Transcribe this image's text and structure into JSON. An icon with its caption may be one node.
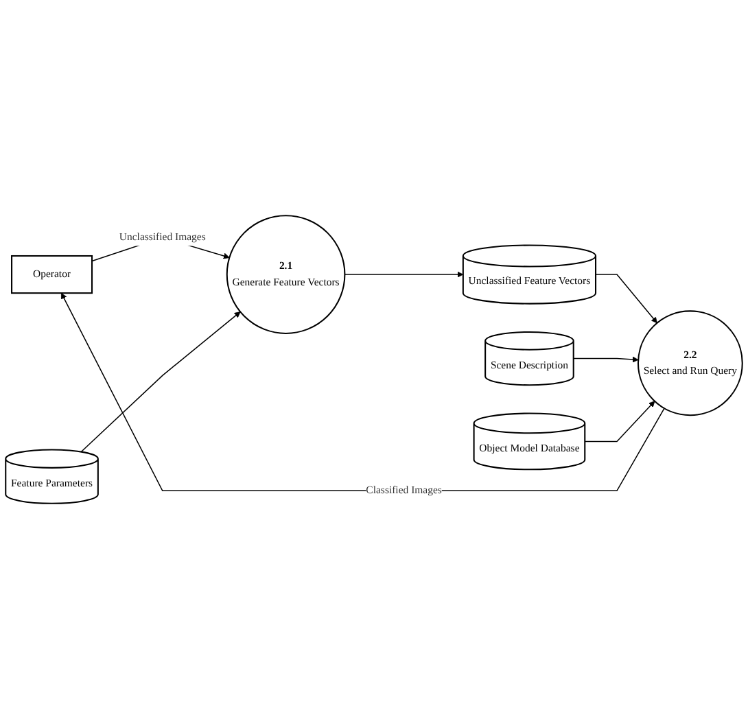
{
  "diagram": {
    "nodes": [
      {
        "text": [
          "Operator"
        ]
      },
      {
        "text": [
          "Feature Parameters"
        ]
      },
      {
        "text": [
          "2.1",
          "Generate Feature Vectors"
        ]
      },
      {
        "text": [
          "Unclassified Feature Vectors"
        ]
      },
      {
        "text": [
          "2.2",
          "Select and Run Query"
        ]
      },
      {
        "text": [
          "Scene Description"
        ]
      },
      {
        "text": [
          "Object Model Database"
        ]
      }
    ],
    "edges": [
      {
        "from": 0,
        "to": 2,
        "arrow": "to",
        "label": "Unclassified Images"
      },
      {
        "from": 1,
        "to": 2,
        "arrow": "to"
      },
      {
        "from": 2,
        "to": 3,
        "arrow": "to"
      },
      {
        "from": 3,
        "to": 4,
        "arrow": "to"
      },
      {
        "from": 4,
        "to": 0,
        "arrow": "to",
        "label": "Classified Images"
      },
      {
        "from": 5,
        "to": 4,
        "arrow": "to"
      },
      {
        "from": 6,
        "to": 4,
        "arrow": "to"
      }
    ]
  }
}
